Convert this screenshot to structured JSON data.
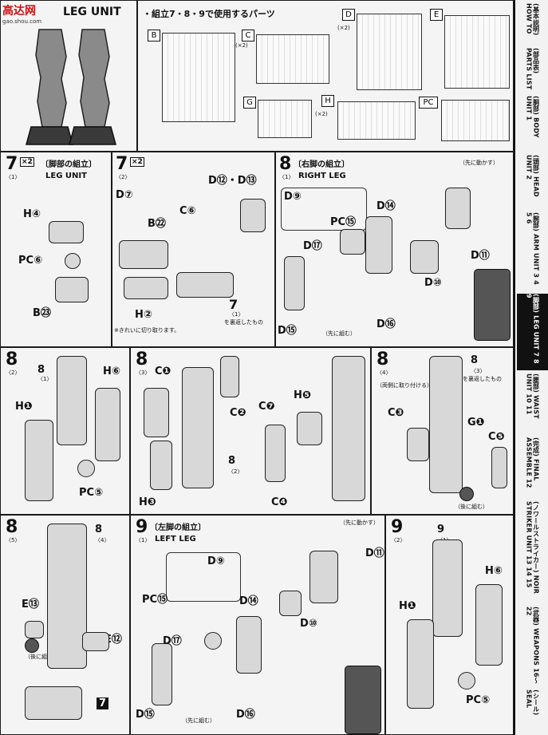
{
  "header": {
    "site_logo": "高达网",
    "site_url": "gao.shou.com",
    "title": "LEG UNIT",
    "parts_note": "・組立7・8・9で使用するパーツ",
    "runners": [
      {
        "letter": "B",
        "mult": ""
      },
      {
        "letter": "C",
        "mult": "(×2)"
      },
      {
        "letter": "D",
        "mult": "(×2)"
      },
      {
        "letter": "E",
        "mult": ""
      },
      {
        "letter": "G",
        "mult": ""
      },
      {
        "letter": "H",
        "mult": "(×2)"
      },
      {
        "letter": "PC",
        "mult": ""
      }
    ]
  },
  "steps": {
    "s7_1": {
      "num": "7",
      "sub": "〈1〉",
      "mult": "×2",
      "title_jp": "〔脚部の組立〕",
      "title_en": "LEG UNIT",
      "labels": [
        "H④",
        "PC⑥",
        "B㉓"
      ]
    },
    "s7_2": {
      "num": "7",
      "sub": "〈2〉",
      "mult": "×2",
      "labels": [
        "D⑦",
        "B㉒",
        "C⑥",
        "D⑫・D⑬",
        "H②"
      ],
      "note": "※きれいに切り取ります。",
      "ref": "7",
      "ref_sub": "〈1〉",
      "ref_note": "を裏返したもの"
    },
    "s8_1": {
      "num": "8",
      "sub": "〈1〉",
      "title_jp": "〔右脚の組立〕",
      "title_en": "RIGHT LEG",
      "labels": [
        "D⑨",
        "PC⑮",
        "D⑭",
        "D⑰",
        "D⑪",
        "D⑩",
        "D⑮",
        "D⑯"
      ],
      "note_move": "（先に動かす）",
      "note_combine": "（先に組む）"
    },
    "s8_2": {
      "num": "8",
      "sub": "〈2〉",
      "labels": [
        "8",
        "H⑥",
        "H❶",
        "PC⑤"
      ],
      "ref_sub": "〈1〉"
    },
    "s8_3": {
      "num": "8",
      "sub": "〈3〉",
      "labels": [
        "C❶",
        "C❷",
        "H❸",
        "8",
        "C❼",
        "H❺",
        "C❹"
      ],
      "ref_sub": "〈2〉"
    },
    "s8_4": {
      "num": "8",
      "sub": "〈4〉",
      "labels": [
        "8",
        "C❸",
        "G❶",
        "C❺"
      ],
      "ref_sub": "〈3〉",
      "ref_note": "を裏返したもの",
      "note_both": "（両側に取り付ける）",
      "note_after": "（後に組む）"
    },
    "s8_5": {
      "num": "8",
      "sub": "〈5〉",
      "labels": [
        "8",
        "E⑬",
        "E⑫",
        "7"
      ],
      "ref_sub": "〈4〉",
      "note_after": "（後に組む）"
    },
    "s9_1": {
      "num": "9",
      "sub": "〈1〉",
      "title_jp": "〔左脚の組立〕",
      "title_en": "LEFT LEG",
      "labels": [
        "D⑨",
        "PC⑮",
        "D⑭",
        "D⑰",
        "D⑪",
        "D⑩",
        "D⑮",
        "D⑯"
      ],
      "note_move": "（先に動かす）",
      "note_combine": "（先に組む）"
    },
    "s9_2": {
      "num": "9",
      "sub": "〈2〉",
      "labels": [
        "9",
        "H⑥",
        "H❶",
        "PC⑤"
      ],
      "ref_sub": "〈1〉"
    }
  },
  "sidebar": [
    {
      "text": "(基本説明) HOW TO",
      "active": false
    },
    {
      "text": "(部品表) PARTS LIST",
      "active": false
    },
    {
      "text": "(胴部) BODY UNIT 1",
      "active": false
    },
    {
      "text": "(頭部) HEAD UNIT 2",
      "active": false
    },
    {
      "text": "(腕部) ARM UNIT 3 4 5 6",
      "active": false
    },
    {
      "text": "(脚部) LEG UNIT 7 8 9",
      "active": true
    },
    {
      "text": "(腰部) WAIST UNIT 10 11",
      "active": false
    },
    {
      "text": "(完成) FINAL ASSEMBLE 12",
      "active": false
    },
    {
      "text": "(ノワールストライカー) NOIR STRIKER UNIT 13 14 15",
      "active": false
    },
    {
      "text": "(武器) WEAPONS 16〜22",
      "active": false
    },
    {
      "text": "(シール) SEAL",
      "active": false
    }
  ]
}
